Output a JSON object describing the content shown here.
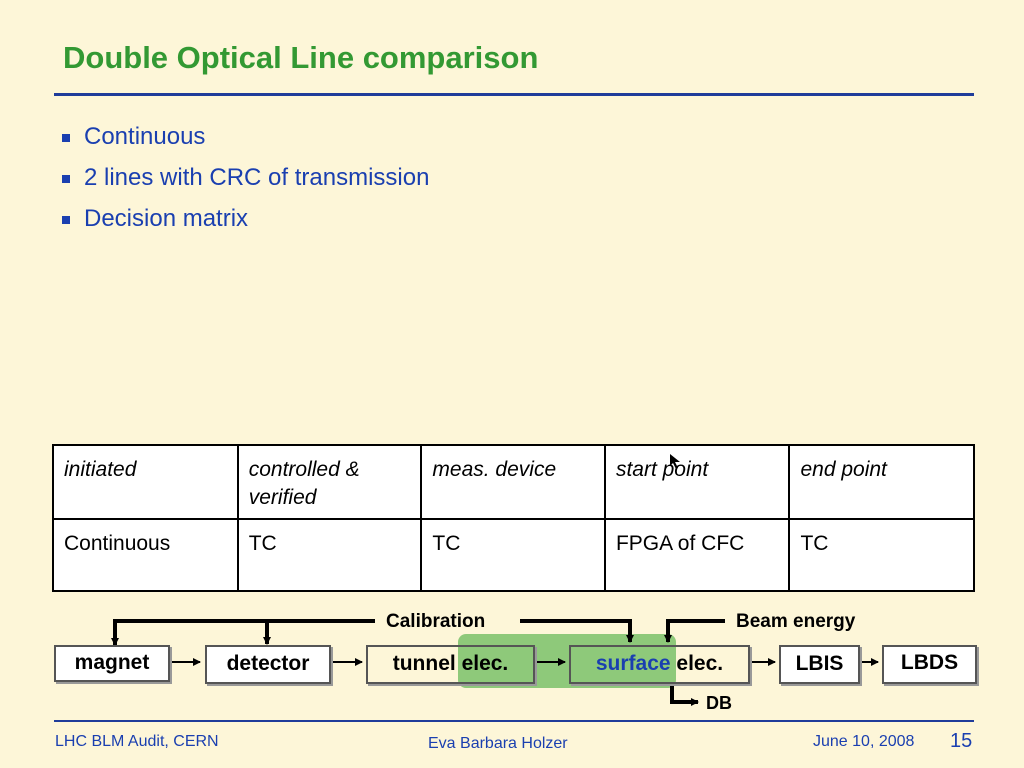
{
  "slide": {
    "title": "Double Optical Line comparison",
    "bullets": [
      "Continuous",
      "2 lines with CRC of transmission",
      "Decision matrix"
    ]
  },
  "matrix": {
    "headers": [
      "initiated",
      "controlled & verified",
      "meas. device",
      "start point",
      "end point"
    ],
    "rows": [
      [
        "Continuous",
        "TC",
        "TC",
        "FPGA of CFC",
        "TC"
      ]
    ]
  },
  "flow": {
    "nodes": {
      "magnet": "magnet",
      "detector": "detector",
      "tunnel": "tunnel",
      "tunnel_elec": "elec.",
      "surface": "surface",
      "surface_elec": "elec.",
      "lbis": "LBIS",
      "lbds": "LBDS"
    },
    "labels": {
      "calibration": "Calibration",
      "beam_energy": "Beam energy",
      "db": "DB"
    }
  },
  "footer": {
    "left": "LHC BLM Audit, CERN",
    "center": "Eva Barbara Holzer",
    "date": "June 10, 2008",
    "page": "15"
  },
  "colors": {
    "title": "#339933",
    "text": "#1a3fb0",
    "rule": "#1f3c9a",
    "highlight": "#8ec97a",
    "background": "#fdf6d8"
  }
}
